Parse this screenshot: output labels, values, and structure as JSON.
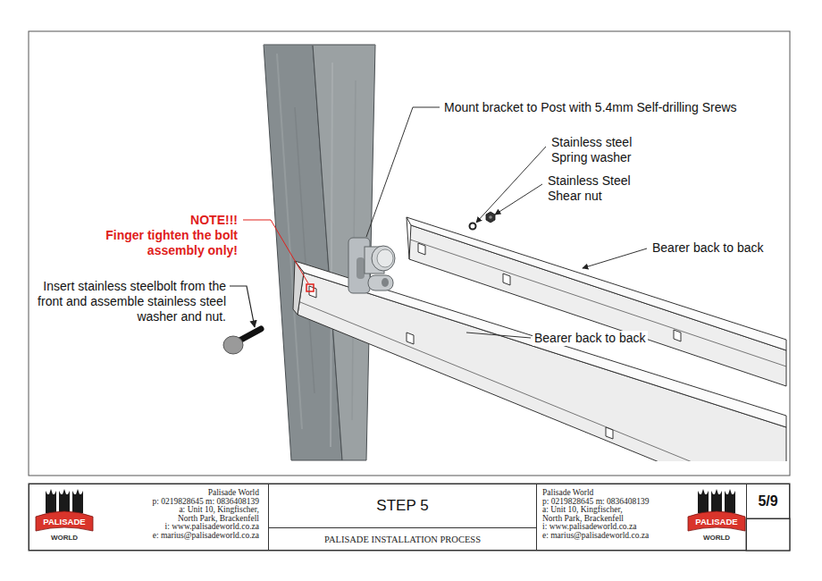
{
  "diagram": {
    "nodes": [
      {
        "text": [
          "Palisade World",
          "p: 0219828645 m: 0836408139",
          "a: Unit 10, Kingfischer,",
          "North Park, Brackenfell",
          "i: www.palisadeworld.co.za",
          "e: marius@palisadeworld.co.za"
        ]
      },
      {
        "text": [
          "STEP 5"
        ]
      },
      {
        "text": [
          "PALISADE INSTALLATION PROCESS"
        ]
      },
      {
        "text": [
          "Palisade World",
          "p: 0219828645 m: 0836408139",
          "a: Unit 10, Kingfischer,",
          "North Park, Brackenfell",
          "i: www.palisadeworld.co.za",
          "e: marius@palisadeworld.co.za"
        ]
      },
      {
        "text": [
          "5/9"
        ]
      }
    ],
    "labels": [
      "Mount bracket to Post with 5.4mm Self-drilling Srews",
      "Stainless steel Spring washer",
      "Stainless Steel Shear nut",
      "Bearer back to back",
      "NOTE!!!",
      "Finger tighten the bolt assembly only!",
      "Insert stainless steelbolt from the front and assemble stainless steel washer and nut.",
      "Bearer back to back",
      "PALISADE",
      "WORLD",
      "PALISADE",
      "WORLD"
    ]
  }
}
